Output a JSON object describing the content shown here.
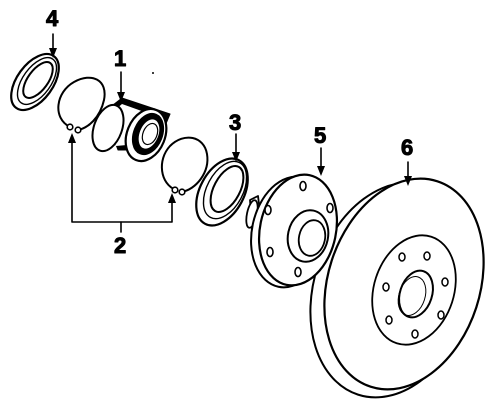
{
  "callouts": {
    "seal": "4",
    "bearing": "1",
    "snap_rings": "2",
    "inner_seal": "3",
    "hub": "5",
    "rotor": "6"
  },
  "colors": {
    "ink": "#000000",
    "paper": "#ffffff"
  }
}
